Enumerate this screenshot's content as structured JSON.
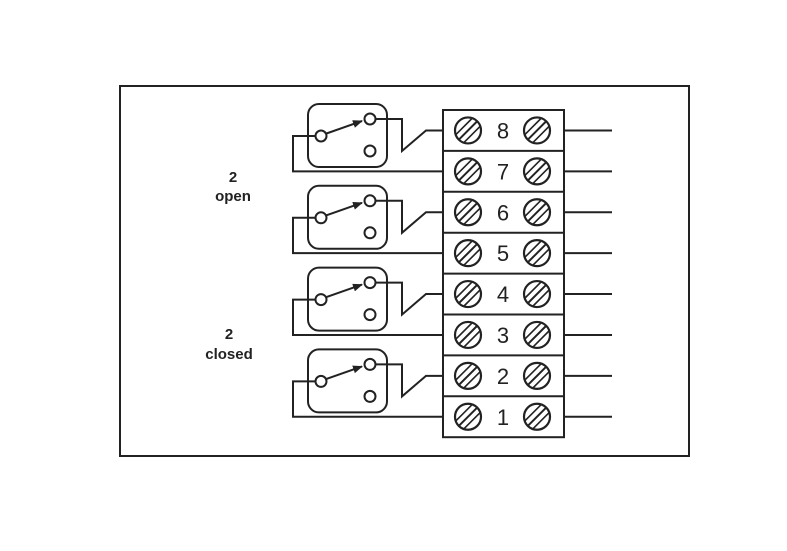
{
  "labels": {
    "group_top": {
      "count": "2",
      "state": "open"
    },
    "group_bottom": {
      "count": "2",
      "state": "closed"
    }
  },
  "terminals": [
    "8",
    "7",
    "6",
    "5",
    "4",
    "3",
    "2",
    "1"
  ],
  "relays": [
    {
      "id": "relay-1",
      "terminals": [
        "8",
        "7"
      ]
    },
    {
      "id": "relay-2",
      "terminals": [
        "6",
        "5"
      ]
    },
    {
      "id": "relay-3",
      "terminals": [
        "4",
        "3"
      ]
    },
    {
      "id": "relay-4",
      "terminals": [
        "2",
        "1"
      ]
    }
  ],
  "colors": {
    "line": "#222222",
    "background": "#ffffff"
  }
}
